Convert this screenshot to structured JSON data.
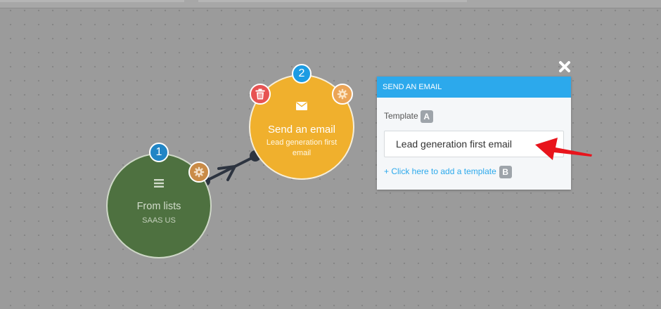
{
  "nodes": [
    {
      "step": "1",
      "title": "From lists",
      "subtitle": "SAAS US",
      "icon": "list-icon",
      "color": "#4e7140"
    },
    {
      "step": "2",
      "title": "Send an email",
      "subtitle": "Lead generation first email",
      "icon": "envelope-icon",
      "color": "#f0b02d"
    }
  ],
  "panel": {
    "title": "SEND AN EMAIL",
    "template_label": "Template",
    "template_tag": "A",
    "template_value": "Lead generation first email",
    "add_link": "+ Click here to add a template",
    "add_tag": "B",
    "header_color": "#2ca9ec"
  },
  "annotation": {
    "arrow_color": "#e8141c"
  }
}
